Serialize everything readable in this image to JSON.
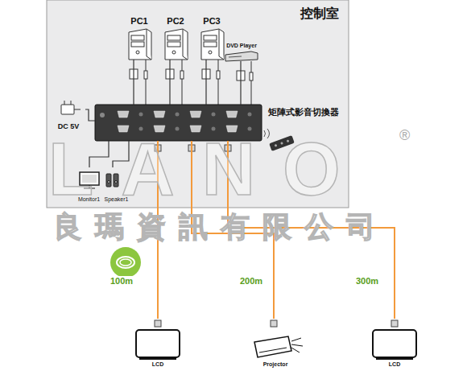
{
  "diagram": {
    "nodes": [
      {
        "text": [
          "控制室"
        ]
      },
      {
        "text": [
          "PC1"
        ],
        "in": 0
      },
      {
        "text": [
          "PC2"
        ],
        "in": 0
      },
      {
        "text": [
          "PC3"
        ],
        "in": 0
      },
      {
        "text": [
          "DVD Player"
        ],
        "in": 0
      },
      {
        "text": [
          "矩陣式影音切換器"
        ],
        "in": 0
      },
      {
        "text": [
          "DC 5V"
        ],
        "in": 0
      },
      {
        "text": [
          "Monitor1"
        ],
        "in": 0
      },
      {
        "text": [
          "Speaker1"
        ],
        "in": 0
      },
      {
        "text": [
          "LCD"
        ]
      },
      {
        "text": [
          "Projector"
        ]
      },
      {
        "text": [
          "LCD"
        ]
      }
    ],
    "edges": [
      {
        "from": 1,
        "to": 5,
        "arrow": "none"
      },
      {
        "from": 2,
        "to": 5,
        "arrow": "none"
      },
      {
        "from": 3,
        "to": 5,
        "arrow": "none"
      },
      {
        "from": 4,
        "to": 5,
        "arrow": "none"
      },
      {
        "from": 6,
        "to": 5,
        "arrow": "none"
      },
      {
        "from": 5,
        "to": 7,
        "arrow": "none"
      },
      {
        "from": 5,
        "to": 8,
        "arrow": "none"
      },
      {
        "from": 5,
        "to": 9,
        "label": "100m",
        "arrow": "none"
      },
      {
        "from": 5,
        "to": 10,
        "label": "200m",
        "arrow": "none"
      },
      {
        "from": 5,
        "to": 11,
        "label": "300m",
        "arrow": "none"
      }
    ],
    "labels": [
      "LANO",
      "®",
      "良瑪資訊有限公司"
    ]
  }
}
